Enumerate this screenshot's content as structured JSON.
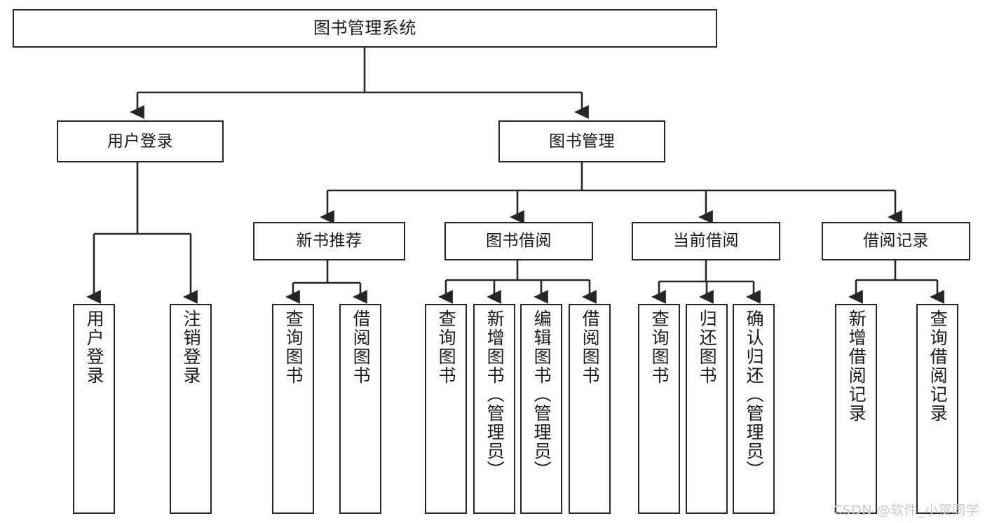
{
  "diagram": {
    "type": "tree",
    "title": "图书管理系统",
    "watermark": "CSDN @软件_小贺同学",
    "colors": {
      "stroke": "#262626",
      "fill": "#ffffff",
      "text": "#1a1a1a",
      "watermark": "#c9c9c9"
    },
    "levels": {
      "root": {
        "label": "图书管理系统"
      },
      "level2": [
        {
          "id": "user-login",
          "label": "用户登录"
        },
        {
          "id": "book-manage",
          "label": "图书管理"
        }
      ],
      "level3": [
        {
          "id": "new-book-rec",
          "label": "新书推荐"
        },
        {
          "id": "book-borrow",
          "label": "图书借阅"
        },
        {
          "id": "current-borrow",
          "label": "当前借阅"
        },
        {
          "id": "borrow-record",
          "label": "借阅记录"
        }
      ],
      "leaves": [
        {
          "id": "leaf-user-login",
          "label": "用户登录",
          "parent": "user-login"
        },
        {
          "id": "leaf-logout",
          "label": "注销登录",
          "parent": "user-login"
        },
        {
          "id": "leaf-query-book-1",
          "label": "查询图书",
          "parent": "new-book-rec"
        },
        {
          "id": "leaf-borrow-book-1",
          "label": "借阅图书",
          "parent": "new-book-rec"
        },
        {
          "id": "leaf-query-book-2",
          "label": "查询图书",
          "parent": "book-borrow"
        },
        {
          "id": "leaf-add-book",
          "label": "新增图书（管理员）",
          "parent": "book-borrow"
        },
        {
          "id": "leaf-edit-book",
          "label": "编辑图书（管理员）",
          "parent": "book-borrow"
        },
        {
          "id": "leaf-borrow-book-2",
          "label": "借阅图书",
          "parent": "book-borrow"
        },
        {
          "id": "leaf-query-book-3",
          "label": "查询图书",
          "parent": "current-borrow"
        },
        {
          "id": "leaf-return-book",
          "label": "归还图书",
          "parent": "current-borrow"
        },
        {
          "id": "leaf-confirm-return",
          "label": "确认归还（管理员）",
          "parent": "current-borrow"
        },
        {
          "id": "leaf-add-record",
          "label": "新增借阅记录",
          "parent": "borrow-record"
        },
        {
          "id": "leaf-query-record",
          "label": "查询借阅记录",
          "parent": "borrow-record"
        }
      ]
    }
  }
}
